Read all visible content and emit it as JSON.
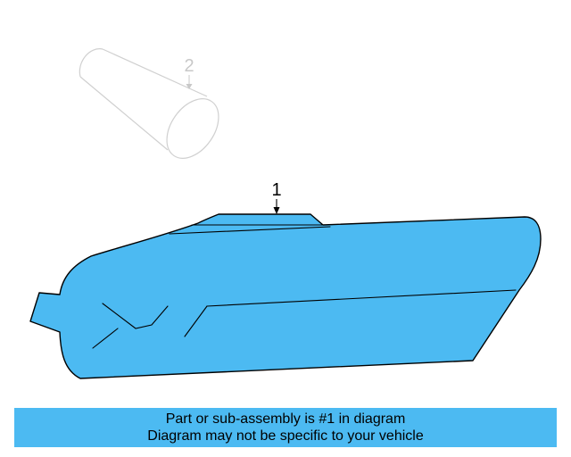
{
  "colors": {
    "part_fill": "#4cbaf2",
    "outline": "#000000",
    "faded_outline": "#d0d0d0",
    "banner_bg": "#4cbaf2",
    "banner_text": "#000000"
  },
  "callouts": {
    "main_part_number": "1",
    "secondary_part_number": "2"
  },
  "banner": {
    "line1": "Part or sub-assembly is #1 in diagram",
    "line2": "Diagram may not be specific to your vehicle"
  }
}
